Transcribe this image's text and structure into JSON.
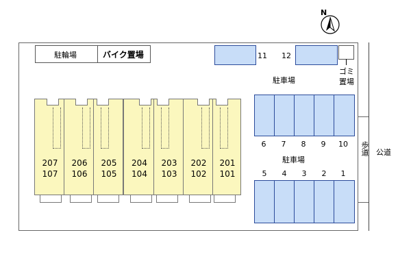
{
  "compass": {
    "north_label": "N"
  },
  "bicycle_parking": {
    "label": "駐輪場"
  },
  "motorbike_parking": {
    "label": "バイク置場"
  },
  "parking_lot_top": {
    "label": "駐車場",
    "upper_spaces": [
      "11",
      "12"
    ],
    "row_spaces": [
      "6",
      "7",
      "8",
      "9",
      "10"
    ]
  },
  "parking_lot_bottom": {
    "label": "駐車場",
    "row_spaces": [
      "5",
      "4",
      "3",
      "2",
      "1"
    ]
  },
  "garbage": {
    "label_line1": "ゴミ",
    "label_line2": "置場"
  },
  "sidewalk": {
    "label": "歩道"
  },
  "public_road": {
    "label": "公道"
  },
  "units": [
    {
      "upper": "207",
      "lower": "107"
    },
    {
      "upper": "206",
      "lower": "106"
    },
    {
      "upper": "205",
      "lower": "105"
    },
    {
      "upper": "204",
      "lower": "104"
    },
    {
      "upper": "203",
      "lower": "103"
    },
    {
      "upper": "202",
      "lower": "102"
    },
    {
      "upper": "201",
      "lower": "101"
    }
  ],
  "colors": {
    "parking": "#c8ddf8",
    "building": "#fbf7be",
    "outline": "#555555"
  }
}
